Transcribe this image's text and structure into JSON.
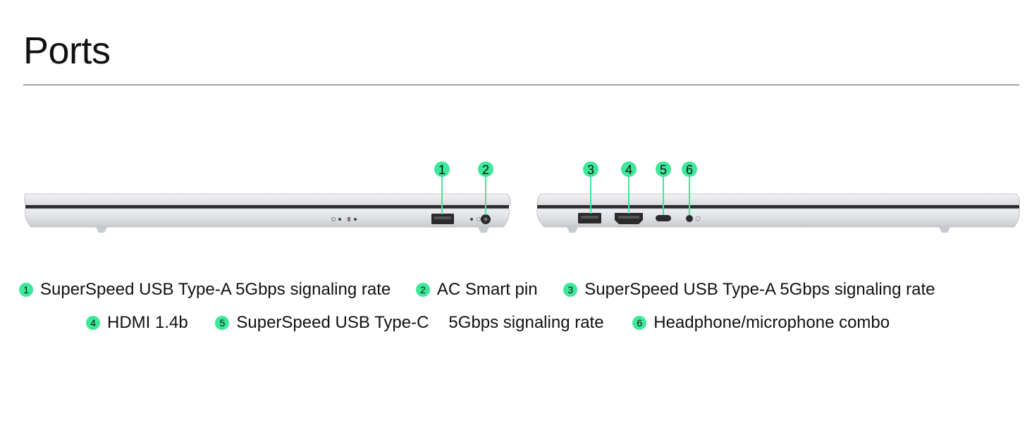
{
  "title": "Ports",
  "colors": {
    "badge": "#3ee89a",
    "laptop_body": "#e6e7ea",
    "laptop_seam": "#2a2a2c"
  },
  "callouts": [
    "1",
    "2",
    "3",
    "4",
    "5",
    "6"
  ],
  "legend": [
    {
      "num": "1",
      "label": "SuperSpeed USB Type-A 5Gbps signaling rate"
    },
    {
      "num": "2",
      "label": "AC Smart pin"
    },
    {
      "num": "3",
      "label": "SuperSpeed USB Type-A 5Gbps signaling rate"
    },
    {
      "num": "4",
      "label": "HDMI 1.4b"
    },
    {
      "num": "5",
      "label": "SuperSpeed USB Type-C",
      "label_extra": "5Gbps signaling rate"
    },
    {
      "num": "6",
      "label": "Headphone/microphone combo"
    }
  ]
}
